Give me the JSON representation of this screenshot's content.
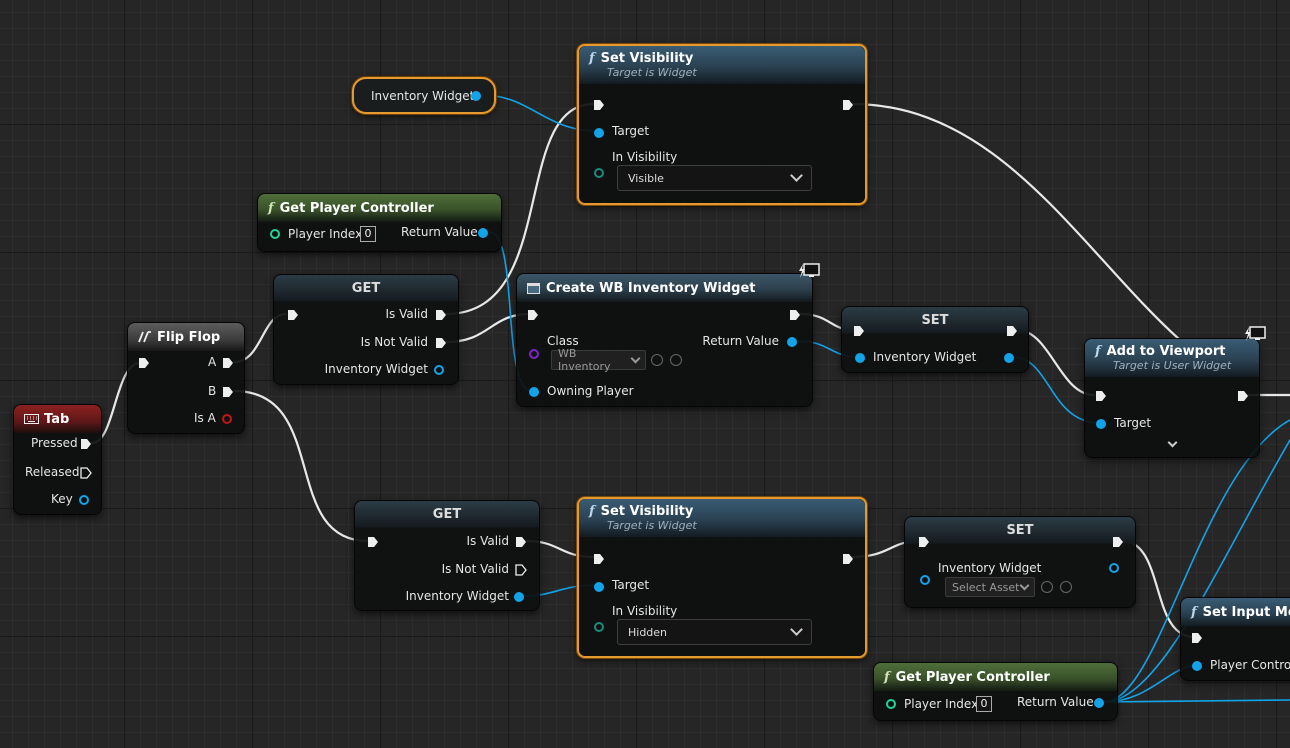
{
  "nodes": {
    "inventory_var": {
      "label": "Inventory Widget"
    },
    "set_vis_top": {
      "title": "Set Visibility",
      "subtitle": "Target is Widget",
      "target": "Target",
      "in_visibility": "In Visibility",
      "value": "Visible"
    },
    "get_pc_top": {
      "title": "Get Player Controller",
      "player_index": "Player Index",
      "index_value": "0",
      "return_value": "Return Value"
    },
    "get_top": {
      "title": "GET",
      "is_valid": "Is Valid",
      "is_not_valid": "Is Not Valid",
      "widget": "Inventory Widget"
    },
    "create_widget": {
      "title": "Create WB Inventory Widget",
      "class": "Class",
      "class_value": "WB Inventory",
      "return_value": "Return Value",
      "owning_player": "Owning Player"
    },
    "set_top": {
      "title": "SET",
      "widget": "Inventory Widget"
    },
    "add_viewport": {
      "title": "Add to Viewport",
      "subtitle": "Target is User Widget",
      "target": "Target"
    },
    "flip_flop": {
      "title": "Flip Flop",
      "a": "A",
      "b": "B",
      "is_a": "Is A"
    },
    "tab_event": {
      "title": "Tab",
      "pressed": "Pressed",
      "released": "Released",
      "key": "Key"
    },
    "get_bottom": {
      "title": "GET",
      "is_valid": "Is Valid",
      "is_not_valid": "Is Not Valid",
      "widget": "Inventory Widget"
    },
    "set_vis_bottom": {
      "title": "Set Visibility",
      "subtitle": "Target is Widget",
      "target": "Target",
      "in_visibility": "In Visibility",
      "value": "Hidden"
    },
    "set_bottom": {
      "title": "SET",
      "widget": "Inventory Widget",
      "asset_placeholder": "Select Asset"
    },
    "set_input_mode": {
      "title": "Set Input Mo",
      "player_controller": "Player Controll"
    },
    "get_pc_bottom": {
      "title": "Get Player Controller",
      "player_index": "Player Index",
      "index_value": "0",
      "return_value": "Return Value"
    }
  },
  "colors": {
    "exec_wire": "#e8e8e8",
    "object_wire": "#12a3e8",
    "selection": "#e59a2f",
    "function_header": "#2a4152",
    "pure_header": "#3a522a",
    "event_header": "#8c2020"
  },
  "icons": {
    "function": "function-f-icon",
    "event": "keyboard-icon",
    "flipflop": "flipflop-icon",
    "widget": "widget-class-icon",
    "latent": "monitor-lightning-icon"
  }
}
